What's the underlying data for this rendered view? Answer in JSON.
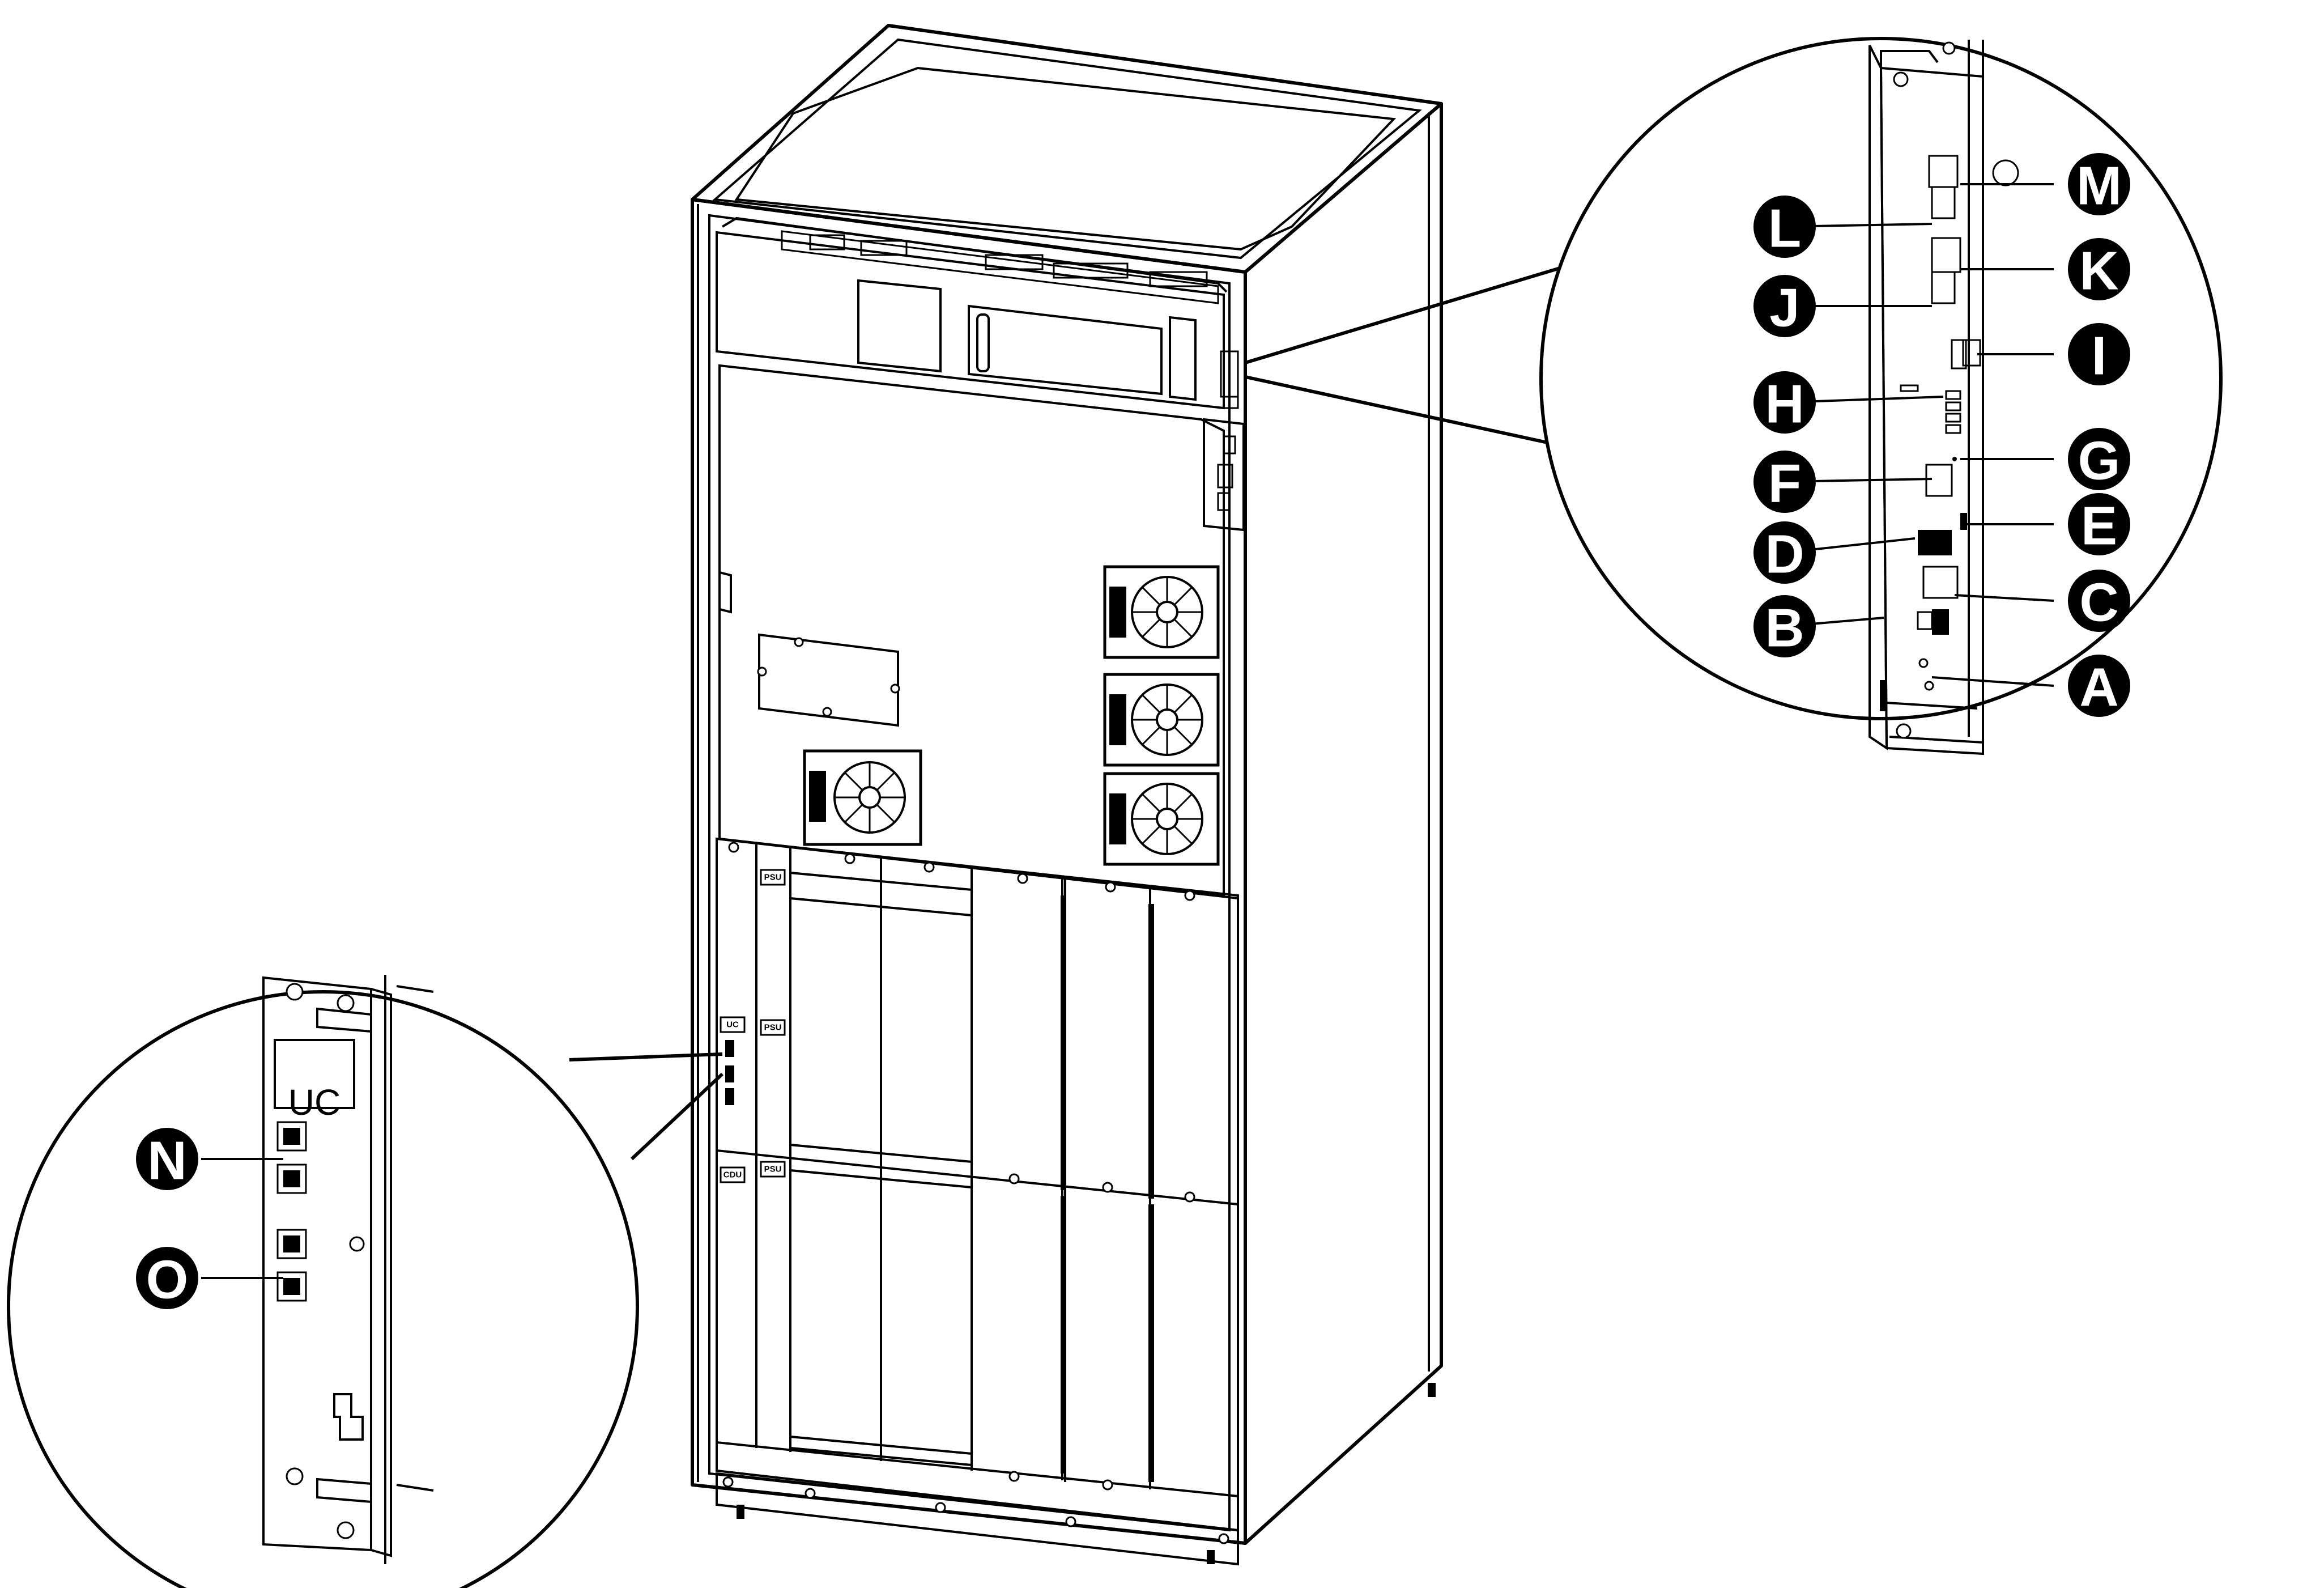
{
  "callouts": {
    "A": "A",
    "B": "B",
    "C": "C",
    "D": "D",
    "E": "E",
    "F": "F",
    "G": "G",
    "H": "H",
    "I": "I",
    "J": "J",
    "K": "K",
    "L": "L",
    "M": "M",
    "N": "N",
    "O": "O"
  },
  "cabinet": {
    "module_labels": [
      "PSU",
      "PSU",
      "PSU",
      "UC",
      "CDU"
    ]
  },
  "detail_uc": {
    "panel_label": "UC"
  },
  "colors": {
    "line": "#000000",
    "background": "#ffffff"
  }
}
